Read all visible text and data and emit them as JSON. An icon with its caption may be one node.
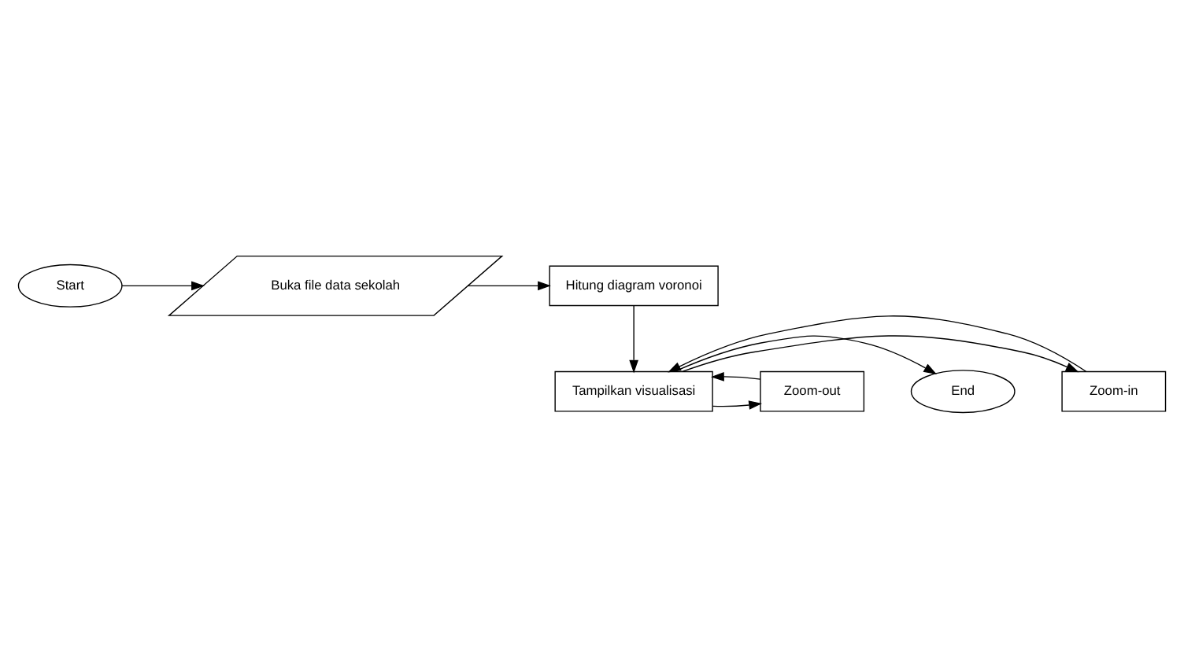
{
  "diagram": {
    "nodes": [
      {
        "text": [
          "Start"
        ]
      },
      {
        "text": [
          "Buka file data sekolah"
        ]
      },
      {
        "text": [
          "Hitung diagram voronoi"
        ]
      },
      {
        "text": [
          "Tampilkan visualisasi"
        ]
      },
      {
        "text": [
          "Zoom-in"
        ]
      },
      {
        "text": [
          "End"
        ]
      },
      {
        "text": [
          "Zoom-out"
        ]
      }
    ],
    "edges": [
      {
        "from": 0,
        "to": 1,
        "arrow": "to"
      },
      {
        "from": 1,
        "to": 2,
        "arrow": "to"
      },
      {
        "from": 2,
        "to": 3,
        "arrow": "to"
      },
      {
        "from": 3,
        "to": 4,
        "arrow": "to"
      },
      {
        "from": 4,
        "to": 3,
        "arrow": "to"
      },
      {
        "from": 3,
        "to": 5,
        "arrow": "to"
      },
      {
        "from": 3,
        "to": 6,
        "arrow": "to"
      },
      {
        "from": 6,
        "to": 3,
        "arrow": "to"
      }
    ]
  }
}
